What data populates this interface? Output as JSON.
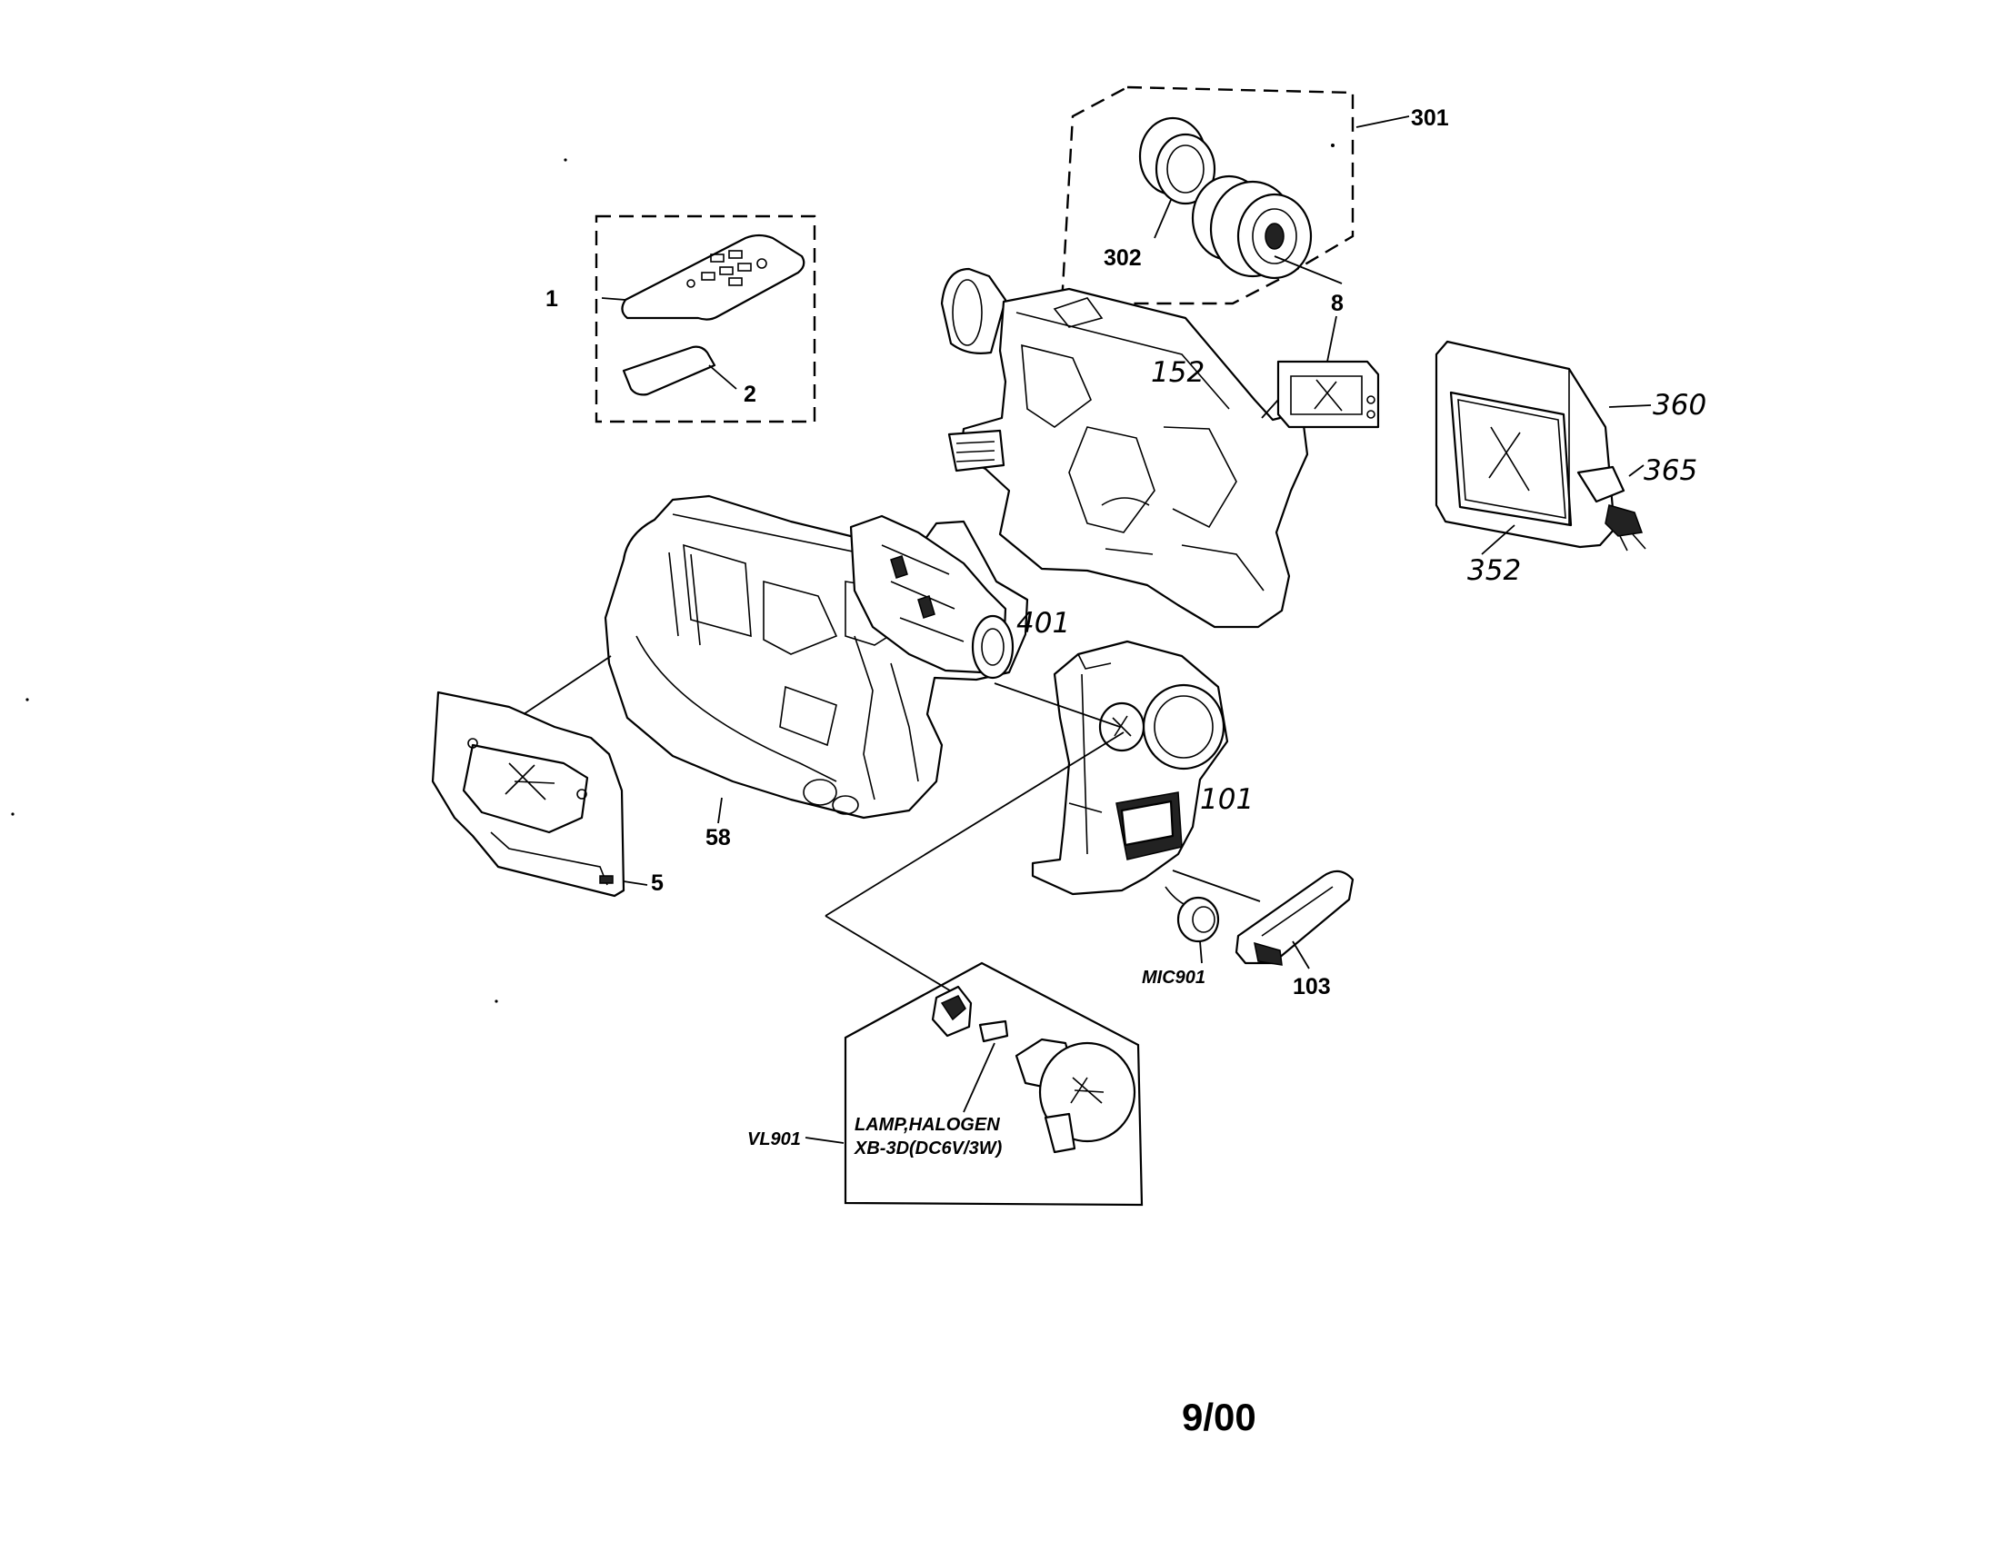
{
  "labels": {
    "p1": "1",
    "p2": "2",
    "p5": "5",
    "p8": "8",
    "p58": "58",
    "p101": "101",
    "p103": "103",
    "p152": "152",
    "p301": "301",
    "p302": "302",
    "p352": "352",
    "p360": "360",
    "p365": "365",
    "p401": "401",
    "mic": "MIC901",
    "vl": "VL901",
    "lamp_line1": "LAMP,HALOGEN",
    "lamp_line2": "XB-3D(DC6V/3W)"
  },
  "footer": {
    "date": "9/00"
  }
}
